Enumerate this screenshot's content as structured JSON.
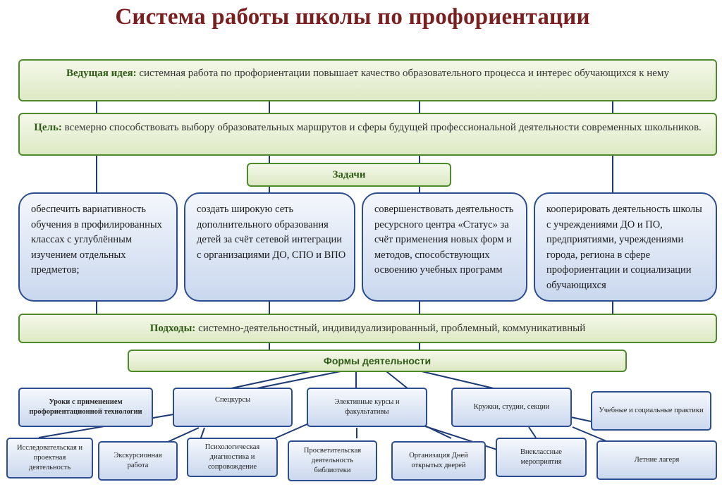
{
  "title": "Система работы школы по профориентации",
  "lead": {
    "label": "Ведущая идея:",
    "text": "системная работа по профориентации повышает качество образовательного процесса и интерес обучающихся к нему"
  },
  "goal": {
    "label": "Цель:",
    "text": "всемерно способствовать выбору образовательных маршрутов и сферы будущей профессиональной деятельности современных школьников."
  },
  "tasks_label": "Задачи",
  "tasks": [
    "обеспечить вариативность обучения в профилированных классах с углублённым изучением отдельных предметов;",
    "создать широкую сеть дополнительного образования детей за счёт сетевой интеграции с организациями ДО, СПО и ВПО",
    "совершенствовать деятельность ресурсного центра «Статус» за счёт применения новых форм и методов, способствующих освоению учебных программ",
    "кооперировать деятельность школы с учреждениями ДО и ПО, предприятиями, учреждениями города, региона в сфере профориентации и социализации обучающихся"
  ],
  "approaches": {
    "label": "Подходы:",
    "text": "системно-деятельностный, индивидуализированный, проблемный, коммуникативный"
  },
  "forms_label": "Формы деятельности",
  "forms_row1": [
    "Уроки с применением профориентационной технологии",
    "Спецкурсы",
    "Элективные курсы и факультативы",
    "Кружки, студии, секции",
    "Учебные и социальные практики"
  ],
  "forms_row2": [
    "Исследовательская и проектная деятельность",
    "Экскурсионная работа",
    "Психологическая диагностика и сопровождение",
    "Просветительская деятельность библиотеки",
    "Организация Дней открытых дверей",
    "Внеклассные мероприятия",
    "Летние лагеря"
  ]
}
